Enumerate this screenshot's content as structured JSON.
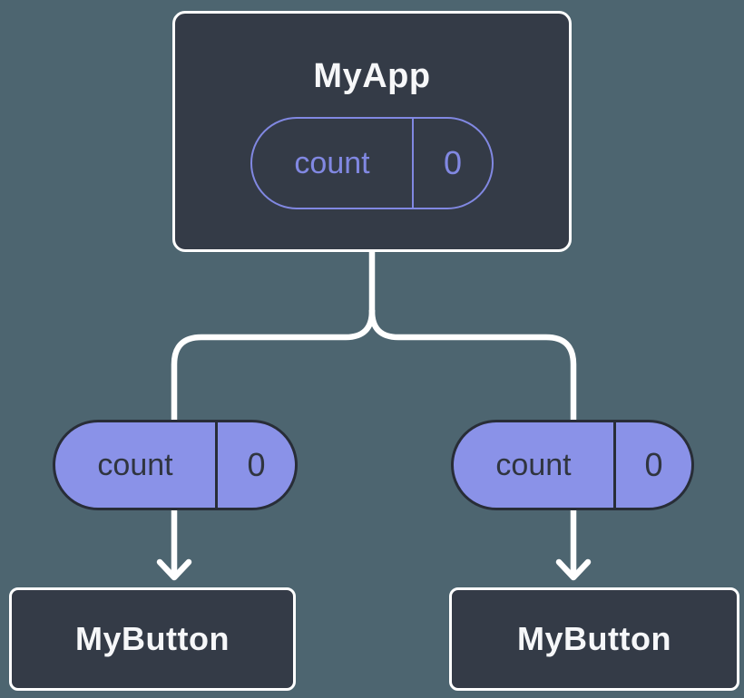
{
  "colors": {
    "background": "#4D6570",
    "box_fill": "#343B47",
    "box_border": "#FFFFFF",
    "pill_fill": "#8A92E8",
    "pill_outline": "#8188E2",
    "pill_dark_border": "#282D37",
    "pill_dark_text": "#30353F",
    "title_text": "#F6F7F9",
    "connector": "#FFFFFF"
  },
  "parent": {
    "title": "MyApp",
    "prop_name": "count",
    "prop_value": "0"
  },
  "children": [
    {
      "title": "MyButton",
      "prop_name": "count",
      "prop_value": "0"
    },
    {
      "title": "MyButton",
      "prop_name": "count",
      "prop_value": "0"
    }
  ]
}
